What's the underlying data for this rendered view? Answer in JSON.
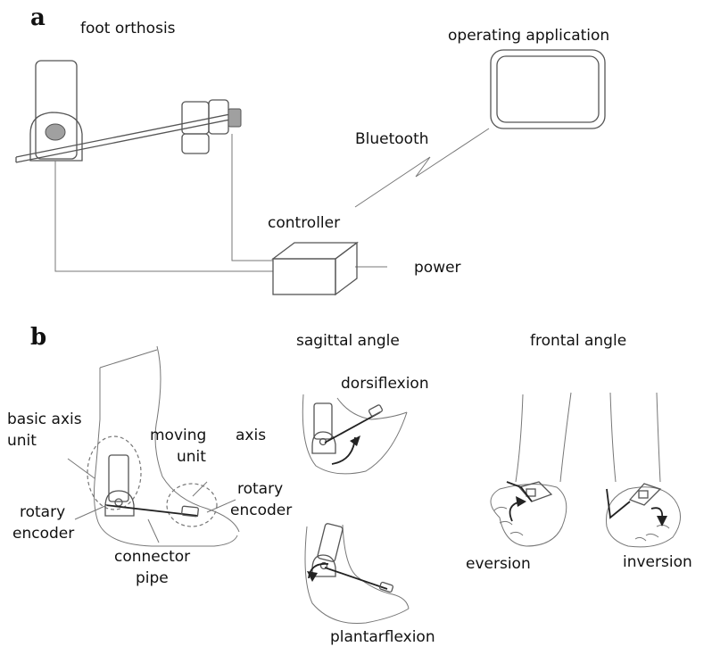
{
  "panel_a": {
    "letter": "a",
    "foot_orthosis": "foot orthosis",
    "operating_application": "operating application",
    "bluetooth": "Bluetooth",
    "controller": "controller",
    "power": "power"
  },
  "panel_b": {
    "letter": "b",
    "sagittal_angle": "sagittal angle",
    "frontal_angle": "frontal angle",
    "dorsiflexion": "dorsiflexion",
    "plantarflexion": "plantarflexion",
    "eversion": "eversion",
    "inversion": "inversion",
    "basic_axis_unit_1": "basic axis",
    "basic_axis_unit_2": "unit",
    "moving_axis_unit_1": "moving",
    "moving_axis_unit_2": "unit",
    "moving_axis_unit_3": "axis",
    "rotary_encoder_left_1": "rotary",
    "rotary_encoder_left_2": "encoder",
    "rotary_encoder_right_1": "rotary",
    "rotary_encoder_right_2": "encoder",
    "connector_pipe_1": "connector",
    "connector_pipe_2": "pipe"
  },
  "colors": {
    "line": "#555555",
    "fill_light": "#f0f0f0",
    "fill_gray": "#a0a0a0"
  }
}
